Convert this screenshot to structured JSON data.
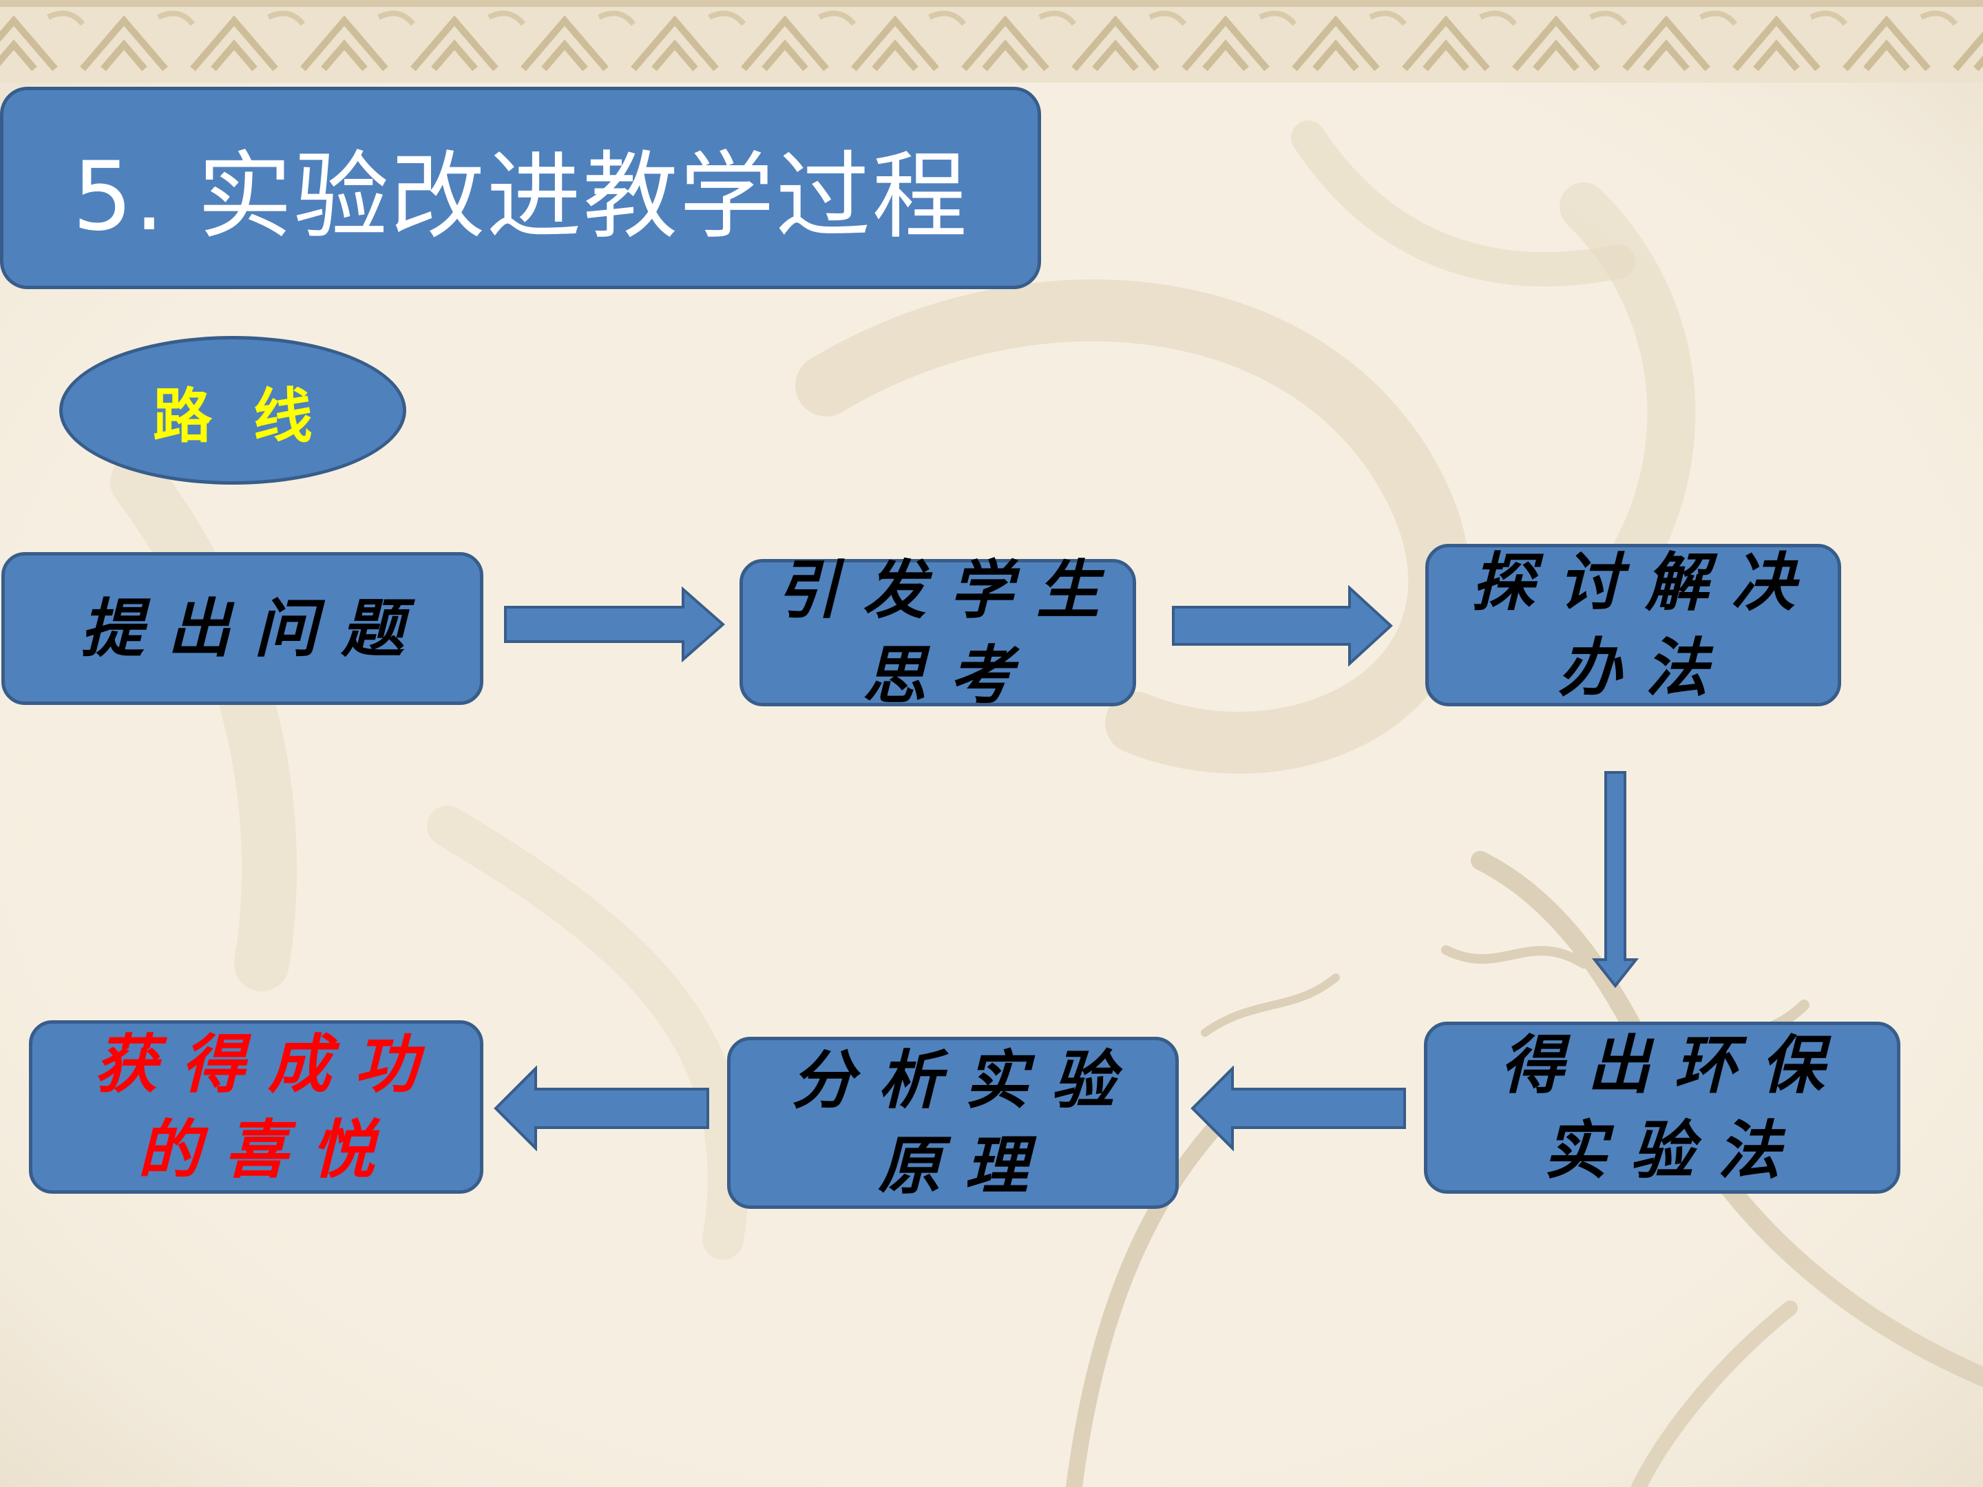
{
  "slide": {
    "title": "5. 实验改进教学过程",
    "route_label": "路  线"
  },
  "steps": [
    {
      "id": "s1",
      "text": "提出问题"
    },
    {
      "id": "s2",
      "text": "引发学生思考"
    },
    {
      "id": "s3",
      "text": "探讨解决办法"
    },
    {
      "id": "s4",
      "text": "得出环保实验法"
    },
    {
      "id": "s5",
      "text": "分析实验原理"
    },
    {
      "id": "s6",
      "text": "获得成功的喜悦"
    }
  ],
  "colors": {
    "box_fill": "#4f81bd",
    "box_border": "#385d8a",
    "title_text": "#ffffff",
    "route_text": "#ffff00",
    "step_text": "#000000",
    "highlight_text": "#ff0000",
    "background": "#f6efe1"
  },
  "icons": [
    "right-arrow-icon",
    "down-arrow-icon",
    "left-arrow-icon"
  ]
}
